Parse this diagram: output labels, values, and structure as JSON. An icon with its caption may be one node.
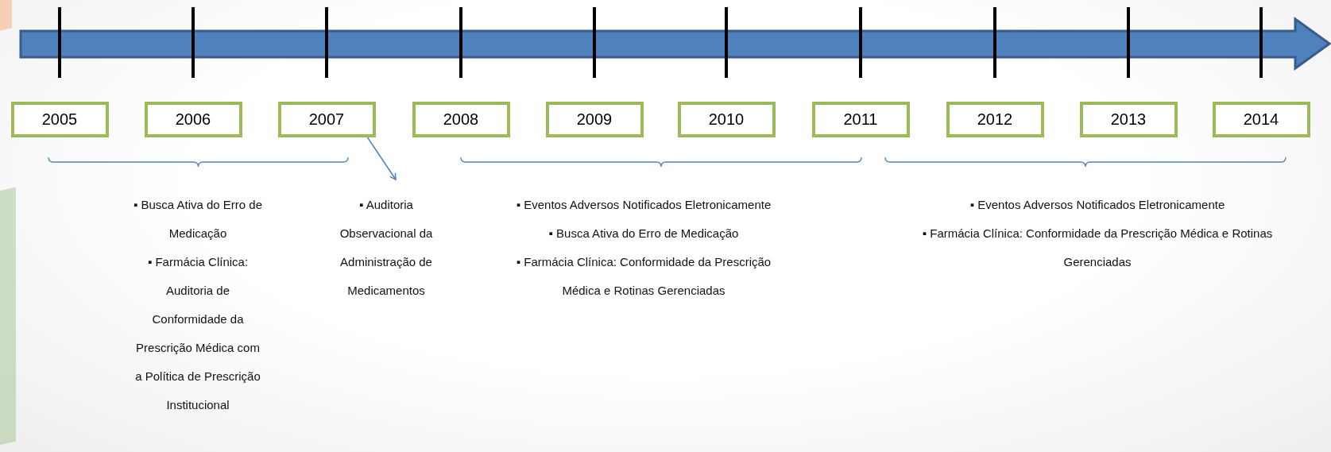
{
  "diagram": {
    "nodes": [
      {
        "text": [
          "2005"
        ]
      },
      {
        "text": [
          "2006"
        ]
      },
      {
        "text": [
          "2007"
        ]
      },
      {
        "text": [
          "2008"
        ]
      },
      {
        "text": [
          "2009"
        ]
      },
      {
        "text": [
          "2010"
        ]
      },
      {
        "text": [
          "2011"
        ]
      },
      {
        "text": [
          "2012"
        ]
      },
      {
        "text": [
          "2013"
        ]
      },
      {
        "text": [
          "2014"
        ]
      },
      {
        "text": [
          "▪ Auditoria Observacional da Administração de Medicamentos"
        ]
      }
    ],
    "edges": [
      {
        "from": 2,
        "to": 10,
        "arrow": "to"
      }
    ],
    "labels": [
      "▪ Busca Ativa do Erro de Medicação",
      "▪ Farmácia Clínica: Auditoria de Conformidade da Prescrição Médica com a Política de Prescrição Institucional",
      "▪ Eventos Adversos Notificados Eletronicamente",
      "▪ Busca Ativa do Erro de Medicação",
      "▪ Farmácia Clínica: Conformidade da Prescrição Médica e Rotinas Gerenciadas",
      "▪ Eventos Adversos Notificados Eletronicamente",
      "▪ Farmácia Clínica: Conformidade da Prescrição Médica e Rotinas Gerenciadas"
    ]
  }
}
